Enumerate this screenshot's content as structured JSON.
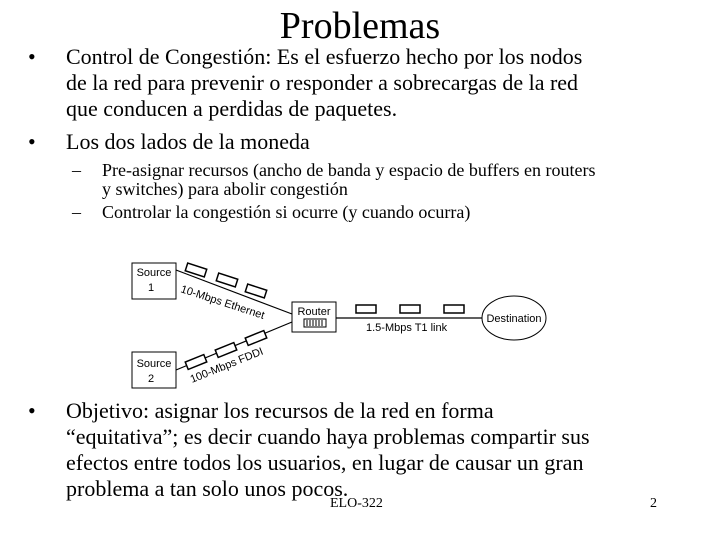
{
  "slide": {
    "title": "Problemas",
    "bullets": [
      {
        "marker": "•",
        "lines": [
          "Control de Congestión: Es el esfuerzo hecho por los nodos",
          "de la red para prevenir o responder a sobrecargas de la red",
          "que conducen a perdidas de paquetes."
        ]
      },
      {
        "marker": "•",
        "lines": [
          "Los dos lados de la moneda"
        ]
      }
    ],
    "subbullets": [
      {
        "marker": "–",
        "lines": [
          "Pre-asignar recursos (ancho de banda y espacio de buffers en routers",
          "y switches) para abolir congestión"
        ]
      },
      {
        "marker": "–",
        "lines": [
          "Controlar la congestión si ocurre (y cuando ocurra)"
        ]
      }
    ],
    "bottom_bullet": {
      "marker": "•",
      "lines": [
        "Objetivo: asignar los recursos de la red en forma",
        "“equitativa”; es decir cuando haya problemas compartir sus",
        "efectos entre todos los usuarios, en lugar de causar un gran",
        "problema a tan solo unos pocos."
      ]
    },
    "footer": {
      "course": "ELO-322",
      "page": "2"
    }
  },
  "diagram": {
    "source1": [
      "Source",
      "1"
    ],
    "source2": [
      "Source",
      "2"
    ],
    "router": "Router",
    "destination": "Destination",
    "link_ethernet": "10-Mbps Ethernet",
    "link_fddi": "100-Mbps FDDI",
    "link_t1": "1.5-Mbps T1 link"
  }
}
